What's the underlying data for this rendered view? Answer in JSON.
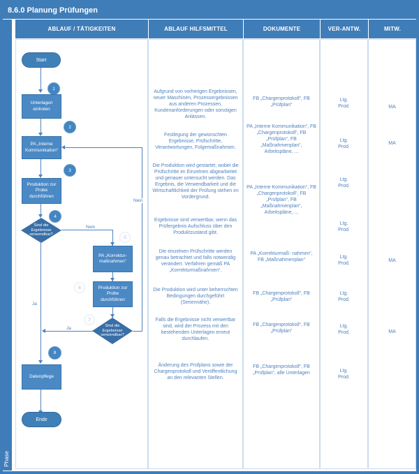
{
  "title": "8.6.0 Planung Prüfungen",
  "phase_label": "Phase",
  "columns": [
    "ABLAUF / TÄTIGKEITEN",
    "ABLAUF HILFSMITTEL",
    "DOKUMENTE",
    "VER-ANTW.",
    "MITW."
  ],
  "flow": {
    "start": "Start",
    "end": "Ende",
    "box_unterlagen": "Unterlagen einholen",
    "box_pa_intern": "PA „Interne Kommunikation“",
    "box_produktion1": "Produktion zur Probe durchführen",
    "diamond1": "Sind die Ergebnisse verwendbar?",
    "box_pa_korrektur": "PA „Korrektur- maßnahmen“",
    "box_produktion2": "Produktion zur Probe durchführen",
    "diamond2": "Sind die Ergebnisse verwendbar?",
    "box_datenpflege": "Datenpflege",
    "num": [
      "1",
      "2",
      "3",
      "4",
      "5",
      "6",
      "7",
      "8"
    ],
    "label_nein_branch": "Nein",
    "label_nein_feedback": "Nein",
    "label_ja_main": "Ja",
    "label_ja_branch": "Ja"
  },
  "rows": [
    {
      "hilfsmittel": "Aufgrund von vorherigen Ergebnissen, neuer Maschinen, Prozessergebnissen aus anderen Prozessen, Kundenanforderungen oder sonstigen Anlässen.",
      "dokumente": "FB „Chargenprotokoll“, FB „Prüfplan“",
      "verantw": "Ltg.\nProd.",
      "mitw": "MA"
    },
    {
      "hilfsmittel": "Festlegung der gewünschten Ergebnisse, Prüfschritte, Verantwortungen, Folgemaßnahmen.",
      "dokumente": "PA „Interne Kommunikation“, FB „Chargenprotokoll“, FB „Prüfplan“, FB „Maßnahmenplan“, Arbeitspläne, ...",
      "verantw": "Ltg.\nProd.",
      "mitw": "MA"
    },
    {
      "hilfsmittel": "Die Produktion wird gestartet, wobei die Prüfschritte im Einzelnen abgearbeitet und genauer untersucht werden. Das Ergebnis, die Verwendbarkeit und die Wirtschaftlichkeit der Prüfung stehen im Vordergrund.",
      "dokumente": "PA „Interne Kommunikation“, FB „Chargenprotokoll“, FB „Prüfplan“, FB „Maßnahmenplan“, Arbeitspläne, ...",
      "verantw": "Ltg.\nProd.",
      "mitw": ""
    },
    {
      "hilfsmittel": "Ergebnisse sind verwertbar, wenn das Prüfergebnis Aufschluss über den Produktzustand gibt.",
      "dokumente": "",
      "verantw": "Ltg.\nProd.",
      "mitw": ""
    },
    {
      "hilfsmittel": "Die einzelnen Prüfschritte werden genau betrachtet und falls notwendig verändert. Verfahren gemäß PA „Korrekturmaßnahmen“.",
      "dokumente": "PA „Korrekturmaß- nahmen“, FB „Maßnahmenplan“",
      "verantw": "Ltg.\nProd.",
      "mitw": "MA"
    },
    {
      "hilfsmittel": "Die Produktion wird unter beherrschten Bedingungen durchgeführt (Seriennähe).",
      "dokumente": "FB „Chargenprotokoll“, FB „Prüfplan“",
      "verantw": "Ltg.\nProd.",
      "mitw": ""
    },
    {
      "hilfsmittel": "Falls die Ergebnisse nicht verwertbar sind, wird der Prozess mit den bestehenden Unterlagen erneut durchlaufen.",
      "dokumente": "FB „Chargenprotokoll“, FB „Prüfplan“",
      "verantw": "Ltg.\nProd.",
      "mitw": "MA"
    },
    {
      "hilfsmittel": "Änderung des Prüfplans sowie der Chargenprotokoll und Veröffentlichung an den relevanten Stellen.",
      "dokumente": "FB „Chargenprotokoll“, FB „Prüfplan“, alle Unterlagen",
      "verantw": "Ltg.\nProd.",
      "mitw": ""
    }
  ],
  "colors": {
    "accent": "#3f7db9",
    "shape_fill": "#4b89c5",
    "shape_border": "#3672ac",
    "diamond_fill": "#3a6fa6",
    "line": "#4f81bd",
    "text_blue": "#4f81bd",
    "cell_border": "#cadcf0"
  }
}
